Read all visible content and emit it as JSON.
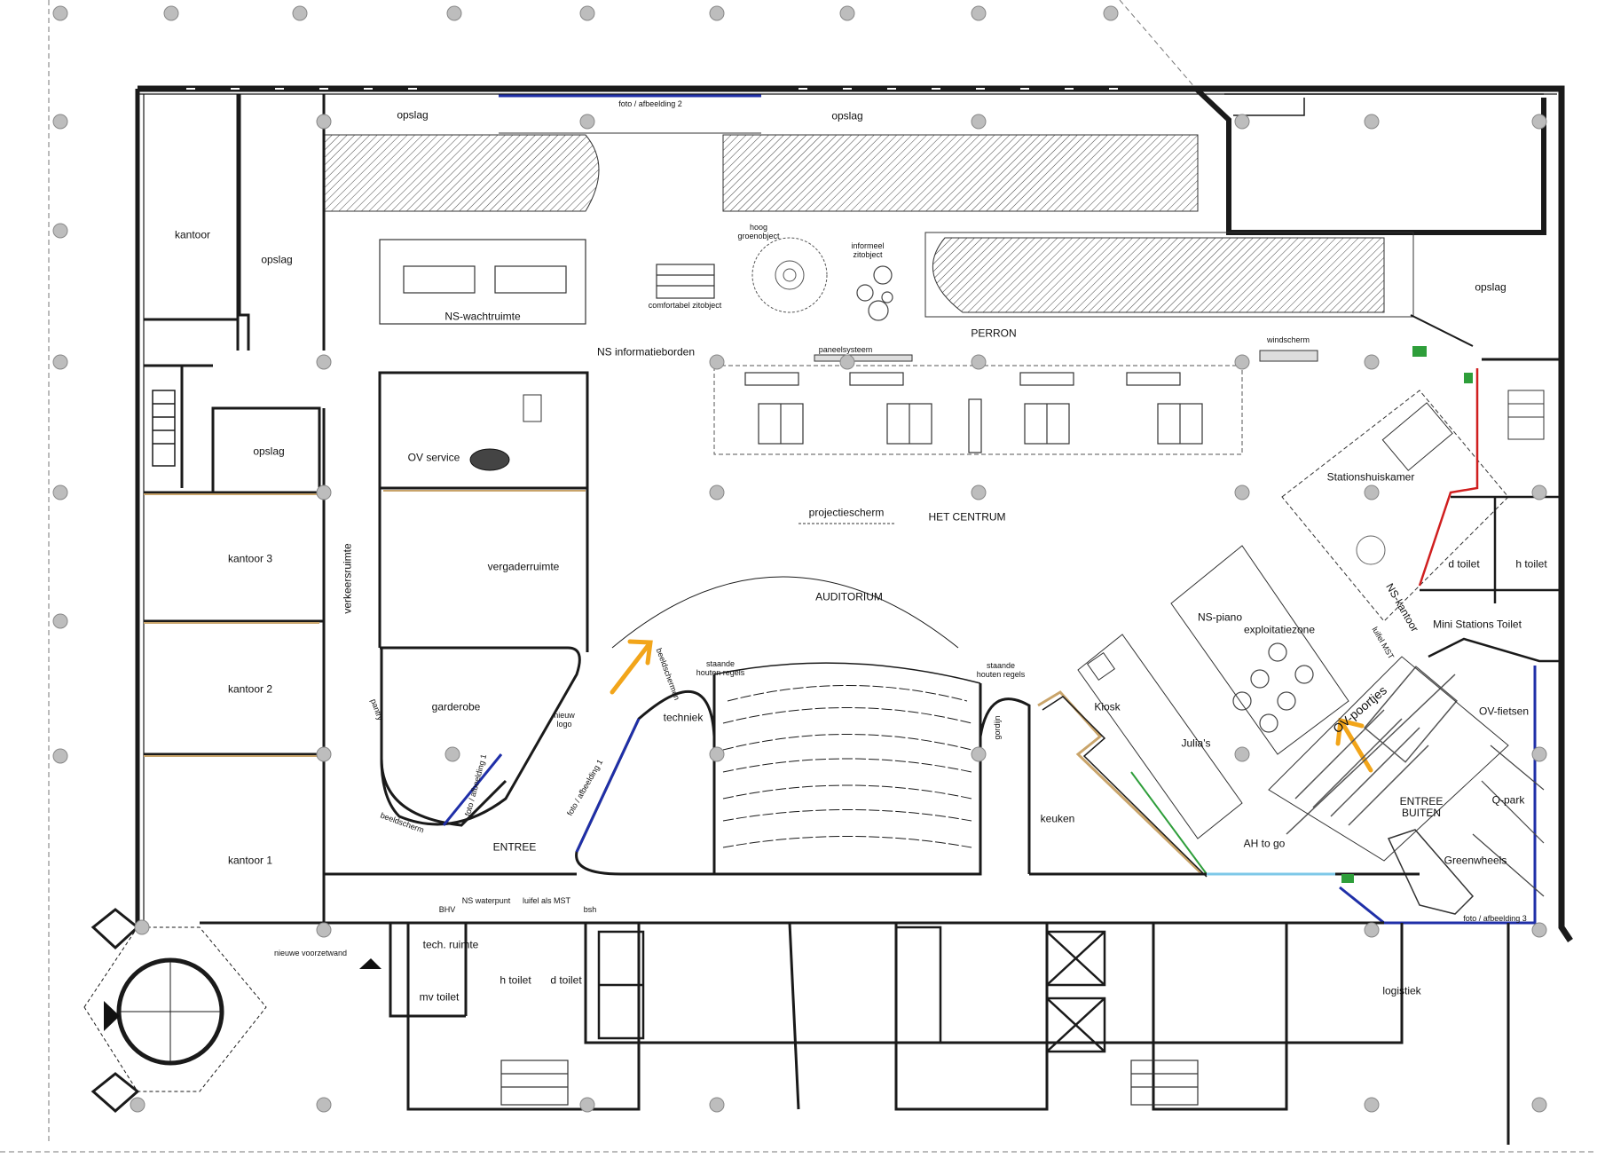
{
  "rooms": {
    "opslag_top_left": "opslag",
    "opslag_top_mid": "opslag",
    "foto2": "foto / afbeelding 2",
    "kantoor": "kantoor",
    "opslag_left": "opslag",
    "ns_wachtruimte": "NS-wachtruimte",
    "comfort": "comfortabel zitobject",
    "hoog_groen": "hoog groenobject",
    "informeel": "informeel zitobject",
    "opslag_right": "opslag",
    "perron": "PERRON",
    "windscherm": "windscherm",
    "ns_info": "NS informatieborden",
    "paneelsysteem": "paneelsysteem",
    "ov_service": "OV service",
    "opslag_mid_left": "opslag",
    "projectiescherm": "projectiescherm",
    "het_centrum": "HET CENTRUM",
    "stationshuiskamer": "Stationshuiskamer",
    "kantoor3": "kantoor 3",
    "verkeersruimte": "verkeersruimte",
    "vergaderruimte": "vergaderruimte",
    "auditorium": "AUDITORIUM",
    "d_toilet_r": "d toilet",
    "h_toilet_r": "h toilet",
    "ns_piano": "NS-piano",
    "exploitatiezone": "exploitatiezone",
    "ns_kantoor": "NS-kantoor",
    "luifel_mst_r": "luifel MST",
    "mini_stations": "Mini Stations Toilet",
    "kantoor2": "kantoor 2",
    "garderobe": "garderobe",
    "pantry": "pantry",
    "beeldschermen": "beeldschermen",
    "techniek": "techniek",
    "staande_l": "staande houten regels",
    "staande_r": "staande houten regels",
    "kiosk": "Kiosk",
    "julias": "Julia's",
    "ov_poortjes": "OV-poortjes",
    "ov_fietsen": "OV-fietsen",
    "nieuw_logo": "nieuw logo",
    "foto1a": "foto / afbeelding 1",
    "foto1b": "foto / afbeelding 1",
    "beeldscherm": "beeldscherm",
    "gordijn": "gordijn",
    "q_park": "Q-park",
    "entree_buiten": "ENTREE BUITEN",
    "keuken": "keuken",
    "kantoor1": "kantoor 1",
    "entree": "ENTREE",
    "ah_to_go": "AH to go",
    "greenwheels": "Greenwheels",
    "ns_waterpunt": "NS waterpunt",
    "luifel_mst": "luifel als MST",
    "bhv": "BHV",
    "bsh": "bsh",
    "foto3": "foto / afbeelding 3",
    "nieuwe_voorzetwand": "nieuwe voorzetwand",
    "tech_ruimte": "tech. ruimte",
    "h_toilet": "h toilet",
    "d_toilet": "d toilet",
    "mv_toilet": "mv toilet",
    "logistiek": "logistiek"
  },
  "colors": {
    "wall": "#1a1a1a",
    "wall_fill": "#9a9a9a",
    "column": "#bdbdbd",
    "accent_blue": "#1f2fa8",
    "accent_red": "#d01f1f",
    "accent_green": "#2e9e3a",
    "accent_orange": "#f2a51a",
    "accent_tan": "#c9a46a",
    "accent_lightblue": "#7ec8e8"
  },
  "icons": [
    "arrow-up-icon",
    "arrow-right-icon",
    "exit-sign-icon"
  ]
}
